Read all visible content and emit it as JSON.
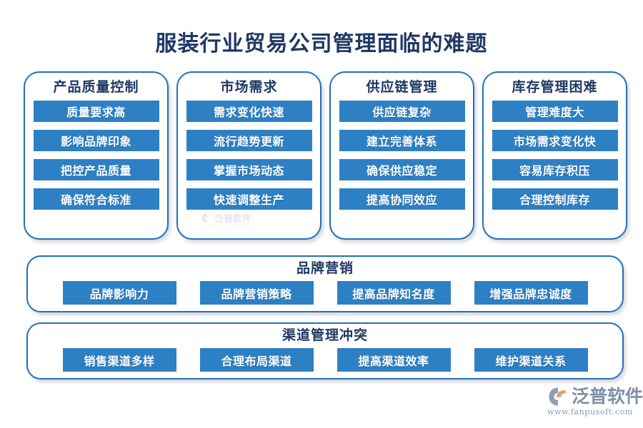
{
  "page": {
    "title": "服装行业贸易公司管理面临的难题",
    "background_color": "#ffffff",
    "title_color": "#1f3864",
    "chip_color": "#2e80c4",
    "border_color": "#1f71bd"
  },
  "cards": [
    {
      "title": "产品质量控制",
      "items": [
        "质量要求高",
        "影响品牌印象",
        "把控产品质量",
        "确保符合标准"
      ]
    },
    {
      "title": "市场需求",
      "items": [
        "需求变化快速",
        "流行趋势更新",
        "掌握市场动态",
        "快速调整生产"
      ]
    },
    {
      "title": "供应链管理",
      "items": [
        "供应链复杂",
        "建立完善体系",
        "确保供应稳定",
        "提高协同效应"
      ]
    },
    {
      "title": "库存管理困难",
      "items": [
        "管理难度大",
        "市场需求变化快",
        "容易库存积压",
        "合理控制库存"
      ]
    }
  ],
  "panels": [
    {
      "title": "品牌营销",
      "items": [
        "品牌影响力",
        "品牌营销策略",
        "提高品牌知名度",
        "增强品牌忠诚度"
      ]
    },
    {
      "title": "渠道管理冲突",
      "items": [
        "销售渠道多样",
        "合理布局渠道",
        "提高渠道效率",
        "维护渠道关系"
      ]
    }
  ],
  "logo": {
    "name": "泛普软件",
    "url": "www.fanpusoft.com",
    "mark_shape_color": "#7f8fa6",
    "mark_accent_color": "#e0a070"
  },
  "watermark": {
    "name": "泛普软件",
    "subtitle": "FANPU SOFTWARE"
  }
}
